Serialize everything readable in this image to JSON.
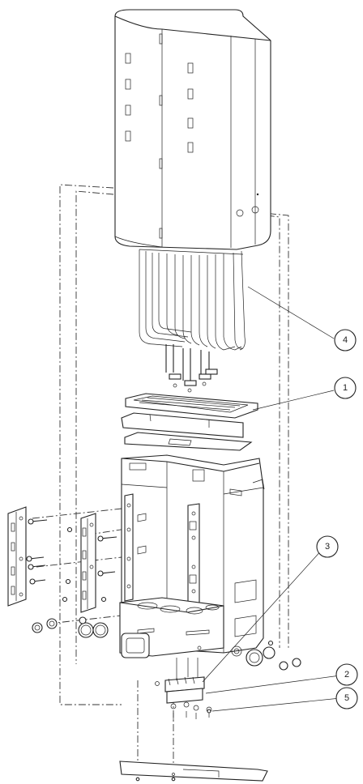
{
  "callouts": [
    {
      "label": "4"
    },
    {
      "label": "1"
    },
    {
      "label": "3"
    },
    {
      "label": "2"
    },
    {
      "label": "5"
    }
  ]
}
